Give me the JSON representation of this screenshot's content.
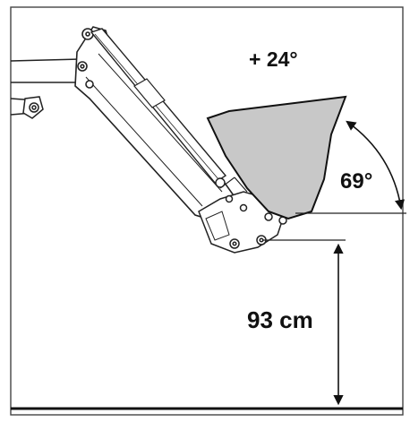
{
  "diagram": {
    "tilt_label": "+ 24°",
    "bucket_angle_label": "69°",
    "height_label": "93 cm"
  },
  "colors": {
    "ink": "#111111",
    "bucket_fill": "#c8c8c8",
    "background": "#ffffff"
  }
}
